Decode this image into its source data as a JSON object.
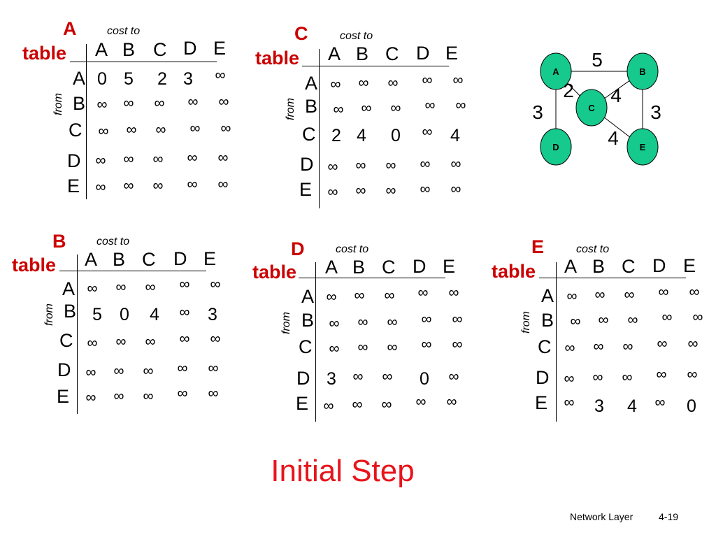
{
  "tables": [
    {
      "id": "A",
      "letter": "A",
      "word": "table",
      "cost_to": "cost to",
      "from": "from",
      "columns": [
        "A",
        "B",
        "C",
        "D",
        "E"
      ],
      "rows": [
        {
          "label": "A",
          "cells": [
            "0",
            "5",
            "2",
            "3",
            "∞"
          ]
        },
        {
          "label": "B",
          "cells": [
            "∞",
            "∞",
            "∞",
            "∞",
            "∞"
          ]
        },
        {
          "label": "C",
          "cells": [
            "∞",
            "∞",
            "∞",
            "∞",
            "∞"
          ]
        },
        {
          "label": "D",
          "cells": [
            "∞",
            "∞",
            "∞",
            "∞",
            "∞"
          ]
        },
        {
          "label": "E",
          "cells": [
            "∞",
            "∞",
            "∞",
            "∞",
            "∞"
          ]
        }
      ]
    },
    {
      "id": "C",
      "letter": "C",
      "word": "table",
      "cost_to": "cost to",
      "from": "from",
      "columns": [
        "A",
        "B",
        "C",
        "D",
        "E"
      ],
      "rows": [
        {
          "label": "A",
          "cells": [
            "∞",
            "∞",
            "∞",
            "∞",
            "∞"
          ]
        },
        {
          "label": "B",
          "cells": [
            "∞",
            "∞",
            "∞",
            "∞",
            "∞"
          ]
        },
        {
          "label": "C",
          "cells": [
            "2",
            "4",
            "0",
            "∞",
            "4"
          ]
        },
        {
          "label": "D",
          "cells": [
            "∞",
            "∞",
            "∞",
            "∞",
            "∞"
          ]
        },
        {
          "label": "E",
          "cells": [
            "∞",
            "∞",
            "∞",
            "∞",
            "∞"
          ]
        }
      ]
    },
    {
      "id": "B",
      "letter": "B",
      "word": "table",
      "cost_to": "cost to",
      "from": "from",
      "columns": [
        "A",
        "B",
        "C",
        "D",
        "E"
      ],
      "rows": [
        {
          "label": "A",
          "cells": [
            "∞",
            "∞",
            "∞",
            "∞",
            "∞"
          ]
        },
        {
          "label": "B",
          "cells": [
            "5",
            "0",
            "4",
            "∞",
            "3"
          ]
        },
        {
          "label": "C",
          "cells": [
            "∞",
            "∞",
            "∞",
            "∞",
            "∞"
          ]
        },
        {
          "label": "D",
          "cells": [
            "∞",
            "∞",
            "∞",
            "∞",
            "∞"
          ]
        },
        {
          "label": "E",
          "cells": [
            "∞",
            "∞",
            "∞",
            "∞",
            "∞"
          ]
        }
      ]
    },
    {
      "id": "D",
      "letter": "D",
      "word": "table",
      "cost_to": "cost to",
      "from": "from",
      "columns": [
        "A",
        "B",
        "C",
        "D",
        "E"
      ],
      "rows": [
        {
          "label": "A",
          "cells": [
            "∞",
            "∞",
            "∞",
            "∞",
            "∞"
          ]
        },
        {
          "label": "B",
          "cells": [
            "∞",
            "∞",
            "∞",
            "∞",
            "∞"
          ]
        },
        {
          "label": "C",
          "cells": [
            "∞",
            "∞",
            "∞",
            "∞",
            "∞"
          ]
        },
        {
          "label": "D",
          "cells": [
            "3",
            "∞",
            "∞",
            "0",
            "∞"
          ]
        },
        {
          "label": "E",
          "cells": [
            "∞",
            "∞",
            "∞",
            "∞",
            "∞"
          ]
        }
      ]
    },
    {
      "id": "E",
      "letter": "E",
      "word": "table",
      "cost_to": "cost to",
      "from": "from",
      "columns": [
        "A",
        "B",
        "C",
        "D",
        "E"
      ],
      "rows": [
        {
          "label": "A",
          "cells": [
            "∞",
            "∞",
            "∞",
            "∞",
            "∞"
          ]
        },
        {
          "label": "B",
          "cells": [
            "∞",
            "∞",
            "∞",
            "∞",
            "∞"
          ]
        },
        {
          "label": "C",
          "cells": [
            "∞",
            "∞",
            "∞",
            "∞",
            "∞"
          ]
        },
        {
          "label": "D",
          "cells": [
            "∞",
            "∞",
            "∞",
            "∞",
            "∞"
          ]
        },
        {
          "label": "E",
          "cells": [
            "∞",
            "3",
            "4",
            "∞",
            "0"
          ]
        }
      ]
    }
  ],
  "graph": {
    "nodes": [
      "A",
      "B",
      "C",
      "D",
      "E"
    ],
    "edges": [
      {
        "from": "A",
        "to": "B",
        "weight": "5"
      },
      {
        "from": "A",
        "to": "C",
        "weight": "2"
      },
      {
        "from": "B",
        "to": "C",
        "weight": "4"
      },
      {
        "from": "A",
        "to": "D",
        "weight": "3"
      },
      {
        "from": "B",
        "to": "E",
        "weight": "3"
      },
      {
        "from": "C",
        "to": "E",
        "weight": "4"
      }
    ],
    "node_color": "#16c98d",
    "node_stroke": "#000000"
  },
  "slide_title": "Initial Step",
  "footer": {
    "left": "Network Layer",
    "right": "4-19"
  },
  "colors": {
    "table_label": "#cc0000",
    "title": "#e8141c"
  }
}
